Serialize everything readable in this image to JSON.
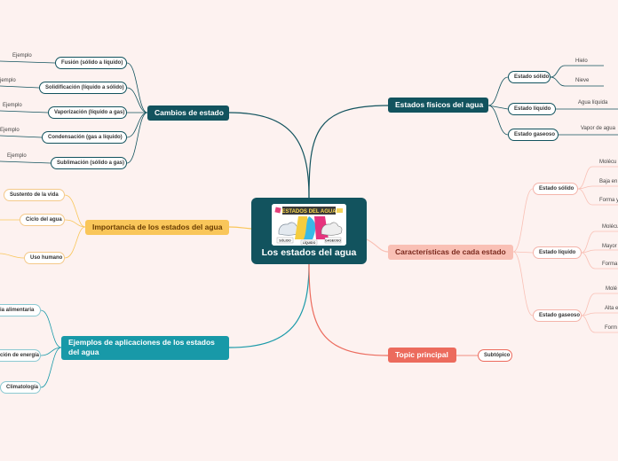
{
  "center": {
    "title": "Los estados del agua"
  },
  "image": {
    "banner": "ESTADOS DEL AGUA",
    "label_left": "SÓLIDO",
    "label_mid": "LÍQUIDO",
    "label_right": "GASEOSO"
  },
  "cambios": {
    "title": "Cambios de estado",
    "items": [
      {
        "label": "Fusión (sólido a líquido)",
        "leaf": "Ejemplo"
      },
      {
        "label": "Solidificación (líquido a sólido)",
        "leaf": "jemplo"
      },
      {
        "label": "Vaporización (líquido a gas)",
        "leaf": "Ejemplo"
      },
      {
        "label": "Condensación (gas a líquido)",
        "leaf": "Ejemplo"
      },
      {
        "label": "Sublimación (sólido a gas)",
        "leaf": "Ejemplo"
      }
    ]
  },
  "importancia": {
    "title": "Importancia de los estados del agua",
    "items": [
      "Sustento de la vida",
      "Ciclo del agua",
      "Uso humano"
    ]
  },
  "ejemplos": {
    "title_line1": "Ejemplos de aplicaciones de los estados",
    "title_line2": "del agua",
    "items": [
      "ia alimentaria",
      "ción de energía",
      "Climatología"
    ]
  },
  "fisicos": {
    "title": "Estados físicos del agua",
    "items": [
      {
        "label": "Estado sólido",
        "leaves": [
          "Hielo",
          "Nieve"
        ]
      },
      {
        "label": "Estado líquido",
        "leaves": [
          "Agua líquida"
        ]
      },
      {
        "label": "Estado gaseoso",
        "leaves": [
          "Vapor de agua"
        ]
      }
    ]
  },
  "caracteristicas": {
    "title": "Características de cada estado",
    "items": [
      {
        "label": "Estado sólido",
        "leaves": [
          "Molécu",
          "Baja en",
          "Forma y"
        ]
      },
      {
        "label": "Estado líquido",
        "leaves": [
          "Molécu",
          "Mayor",
          "Forma"
        ]
      },
      {
        "label": "Estado gaseoso",
        "leaves": [
          "Molé",
          "Alta e",
          "Form"
        ]
      }
    ]
  },
  "topic": {
    "title": "Topic principal",
    "sub": "Subtópico"
  },
  "colors": {
    "dark": "#12535e",
    "teal": "#1899a8",
    "orange": "#f9c65a",
    "pink": "#f9c0b5",
    "red": "#ec6b5d",
    "background": "#fdf2f0"
  }
}
